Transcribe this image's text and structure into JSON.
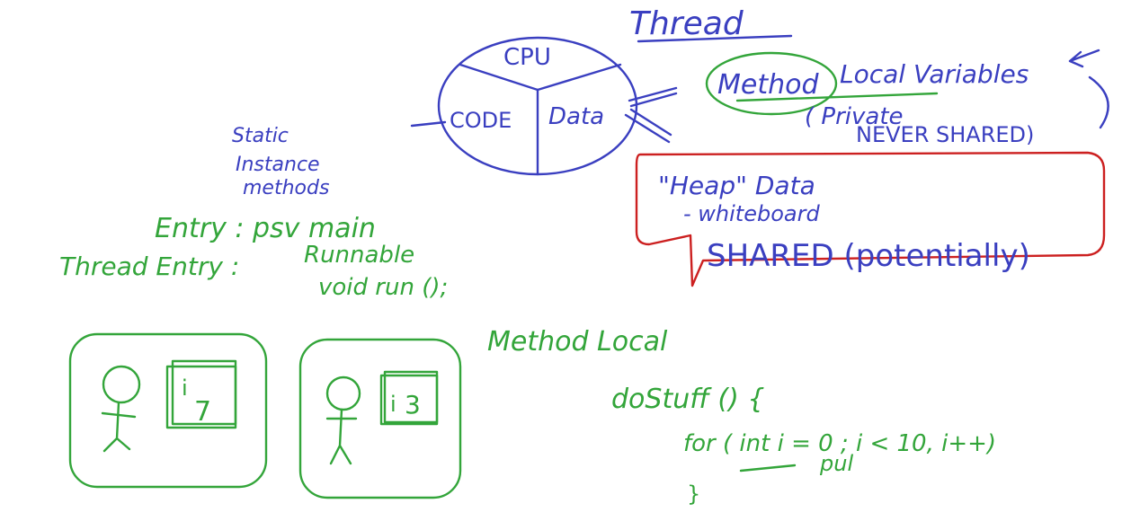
{
  "title": "Thread",
  "circle": {
    "top": "CPU",
    "left": "CODE",
    "right": "Data"
  },
  "thread_notes": {
    "method": "Method",
    "local_vars": "Local Variables",
    "private": "( Private",
    "never_shared": "NEVER SHARED)"
  },
  "heap_box": {
    "heap": "\"Heap\" Data",
    "whiteboard": "- whiteboard",
    "shared": "SHARED (potentially)"
  },
  "static_notes": {
    "line1": "Static",
    "line2": "Instance",
    "line3": "methods"
  },
  "entry": {
    "entry_line": "Entry : psv main",
    "thread_entry": "Thread Entry :",
    "runnable": "Runnable",
    "void_run": "void run ();"
  },
  "method_local": "Method Local",
  "code": {
    "line1": "doStuff () {",
    "line2": "for ( int i = 0 ; i < 10, i++)",
    "line3": "pul",
    "line4": "}"
  },
  "boxes": [
    {
      "var_name": "i",
      "var_value": "7"
    },
    {
      "var_name": "i",
      "var_value": "3"
    }
  ],
  "colors": {
    "blue": "#3a3fc0",
    "green": "#33a53a",
    "red": "#cc2020"
  }
}
